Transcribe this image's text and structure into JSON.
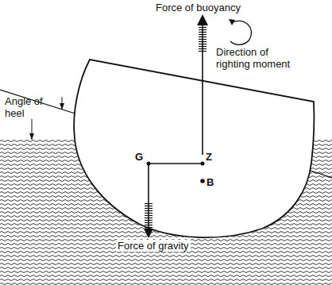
{
  "diagram": {
    "labels": [
      "Force of buoyancy",
      "Direction of righting moment",
      "Angle of heel",
      "G",
      "Z",
      "B",
      "Force of gravity"
    ]
  }
}
